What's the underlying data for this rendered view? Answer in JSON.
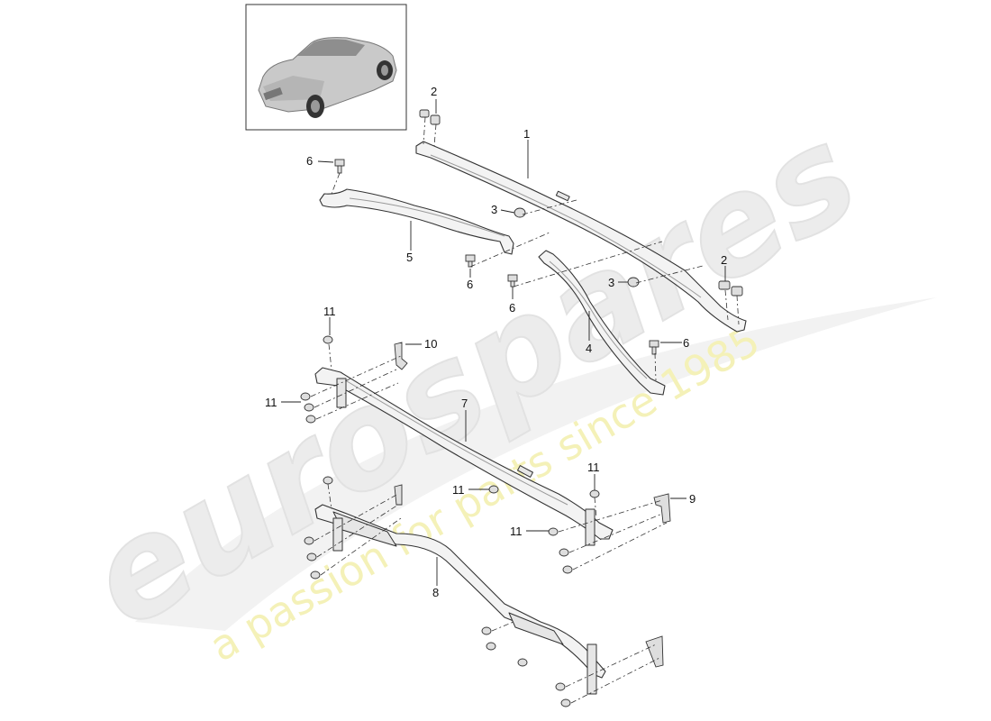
{
  "watermark": {
    "logo_text": "eurospares",
    "tagline": "a passion for parts since 1985"
  },
  "thumbnail": {
    "icon": "car-suv-icon"
  },
  "callouts": {
    "c1": "1",
    "c2a": "2",
    "c2b": "2",
    "c3a": "3",
    "c3b": "3",
    "c4": "4",
    "c5": "5",
    "c6a": "6",
    "c6b": "6",
    "c6c": "6",
    "c6d": "6",
    "c7": "7",
    "c8": "8",
    "c9": "9",
    "c10": "10",
    "c11a": "11",
    "c11b": "11",
    "c11c": "11",
    "c11d": "11",
    "c11e": "11"
  }
}
